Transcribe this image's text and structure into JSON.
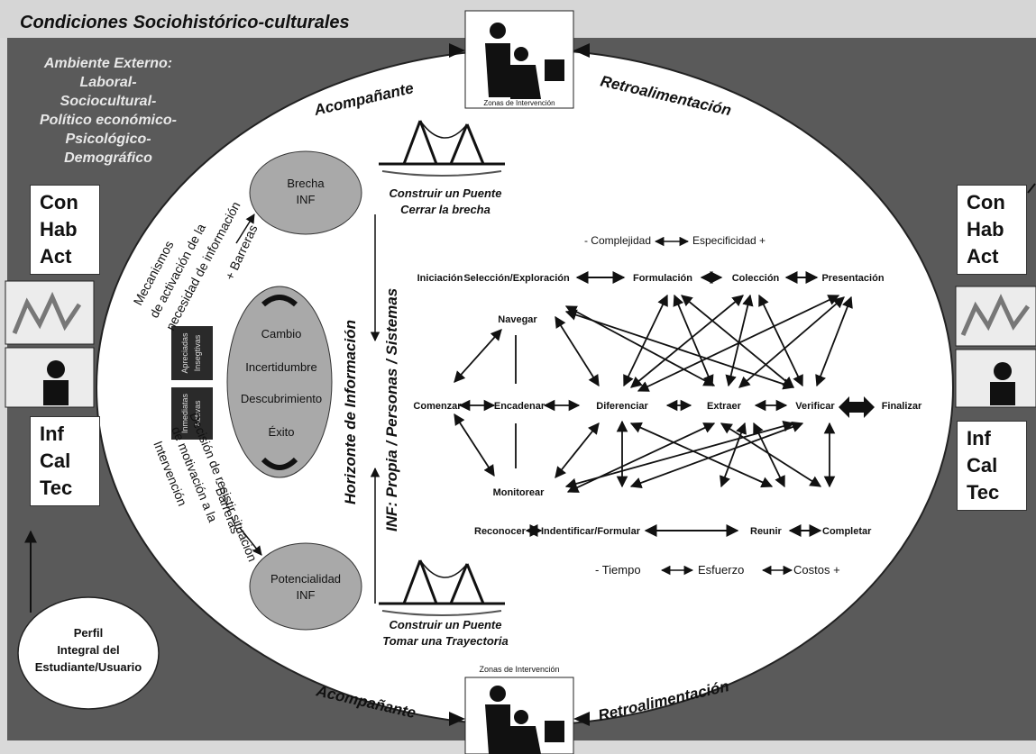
{
  "header": {
    "title": "Condiciones Sociohistórico-culturales"
  },
  "external_env": {
    "lines": [
      "Ambiente Externo:",
      "Laboral-",
      "Sociocultural-",
      "Político económico-",
      "Psicológico-",
      "Demográfico"
    ]
  },
  "top_labels": {
    "left": "Acompañante",
    "right": "Retroalimentación",
    "caption": "Zonas de Intervención"
  },
  "bottom_labels": {
    "left": "Acompañante",
    "right": "Retroalimentación",
    "caption": "Zonas de Intervención"
  },
  "left_box_top": [
    "Con",
    "Hab",
    "Act"
  ],
  "left_box_bottom": [
    "Inf",
    "Cal",
    "Tec"
  ],
  "right_box_top": [
    "Con",
    "Hab",
    "Act"
  ],
  "right_box_bottom": [
    "Inf",
    "Cal",
    "Tec"
  ],
  "perfil": {
    "lines": [
      "Perfil",
      "Integral del",
      "Estudiante/Usuario"
    ]
  },
  "brecha": {
    "lines": [
      "Brecha",
      "INF"
    ]
  },
  "potencialidad": {
    "lines": [
      "Potencialidad",
      "INF"
    ]
  },
  "center_oval": {
    "items": [
      "Cambio",
      "Incertidumbre",
      "Descubrimiento",
      "Éxito"
    ]
  },
  "side_tags": {
    "top": [
      "Apreciadas",
      "Insegtivas"
    ],
    "bottom": [
      "Inmediatas",
      "Activas"
    ]
  },
  "barreras": {
    "plus": "+ Barreras",
    "minus": "- Barreras"
  },
  "mechanisms": {
    "lines": [
      "Mecanismos",
      "de activación de la",
      "necesidad de información"
    ]
  },
  "decision": {
    "lines": [
      "Decisión de resistir situación",
      "de motivación a la",
      "Intervención"
    ]
  },
  "horizonte": {
    "line1": "Horizonte de Información",
    "line2": "INF: Propia / Personas / Sistemas"
  },
  "bridges": {
    "top": [
      "Construir un Puente",
      "Cerrar la brecha"
    ],
    "bottom": [
      "Construir un Puente",
      "Tomar una Trayectoria"
    ]
  },
  "scale_top": {
    "left": "- Complejidad",
    "right": "Especificidad +"
  },
  "stages": [
    "Iniciación",
    "Selección/Exploración",
    "Formulación",
    "Colección",
    "Presentación"
  ],
  "process_nodes": {
    "navegar": "Navegar",
    "comenzar": "Comenzar",
    "encadenar": "Encadenar",
    "diferenciar": "Diferenciar",
    "extraer": "Extraer",
    "verificar": "Verificar",
    "finalizar": "Finalizar",
    "monitorear": "Monitorear"
  },
  "actions": [
    "Reconocer",
    "Indentificar/Formular",
    "Reunir",
    "Completar"
  ],
  "scale_bottom": {
    "a": "- Tiempo",
    "b": "Esfuerzo",
    "c": "Costos +"
  }
}
